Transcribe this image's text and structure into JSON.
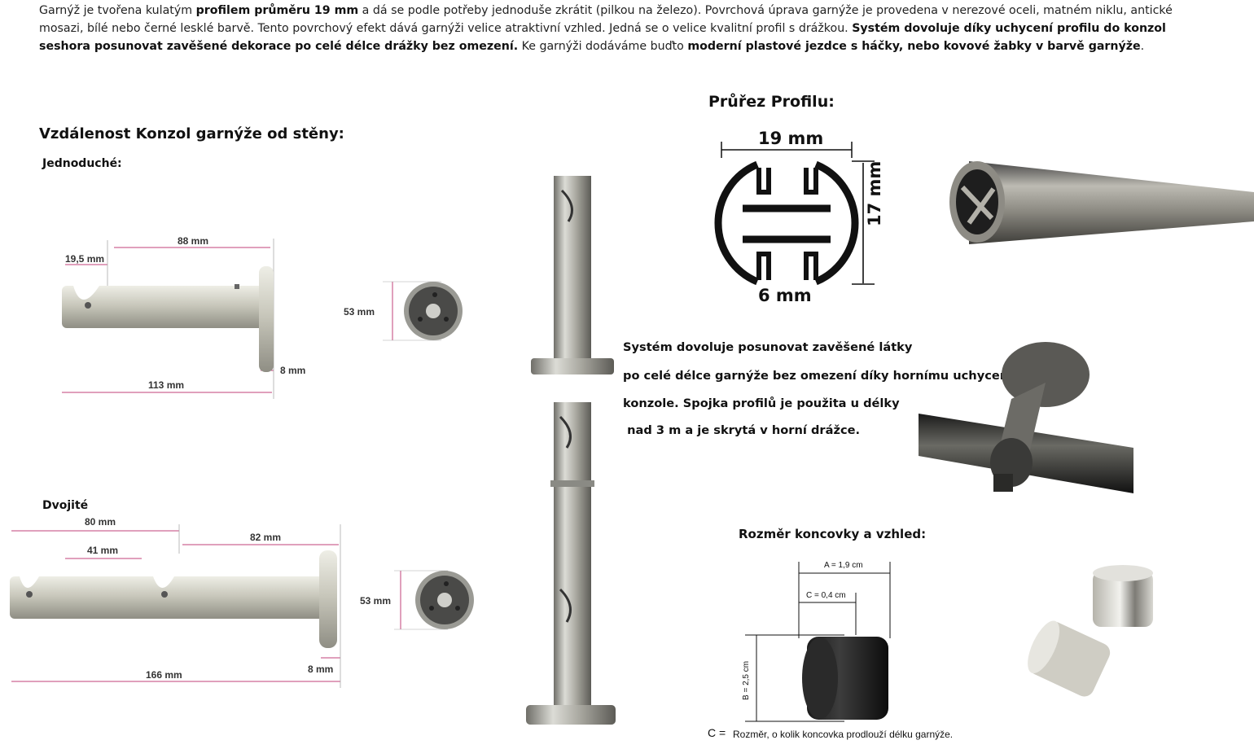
{
  "intro": {
    "t1": "Garnýž je tvořena kulatým ",
    "b1": "profilem průměru 19 mm",
    "t2": " a dá se podle potřeby jednoduše zkrátit (pilkou na železo). Povrchová úprava garnýže je provedena v nerezové oceli, matném niklu, antické mosazi, bílé nebo černé lesklé barvě. Tento povrchový efekt dává garnýži velice atraktivní vzhled. Jedná se o velice kvalitní profil s drážkou. ",
    "b2": "Systém dovoluje díky uchycení profilu do konzol seshora posunovat zavěšené dekorace po celé délce drážky bez omezení.",
    "t3": " Ke garnýži dodáváme buďto ",
    "b3": "moderní plastové jezdce s háčky, nebo kovové žabky v barvě garnýže",
    "t4": "."
  },
  "headings": {
    "distance": "Vzdálenost Konzol garnýže od stěny:",
    "single": "Jednoduché:",
    "double": "Dvojité",
    "profile": "Průřez Profilu:",
    "endcap": "Rozměr koncovky a vzhled:"
  },
  "single_dims": {
    "a": "19,5 mm",
    "b": "88 mm",
    "c": "113 mm",
    "d": "8 mm",
    "e": "53 mm"
  },
  "double_dims": {
    "a": "80 mm",
    "b": "41 mm",
    "c": "82 mm",
    "d": "166 mm",
    "e": "8 mm",
    "f": "53 mm"
  },
  "profile_dims": {
    "w": "19 mm",
    "h": "17 mm",
    "g": "6 mm"
  },
  "system_text": {
    "l1": "Systém dovoluje posunovat zavěšené látky",
    "l2": "po celé délce garnýže bez omezení díky hornímu uchycení",
    "l3": "konzole. Spojka profilů je použita u délky",
    "l4": " nad 3 m a je skrytá v horní drážce."
  },
  "endcap_dims": {
    "a": "A = 1,9 cm",
    "c": "C = 0,4 cm",
    "b": "B = 2,5 cm",
    "c_letter": "C =",
    "note": "Rozměr, o kolik koncovka prodlouží délku garnýže."
  },
  "colors": {
    "dimension_line": "#c0407a",
    "metal": "#b8b8b0",
    "dark": "#111111"
  }
}
